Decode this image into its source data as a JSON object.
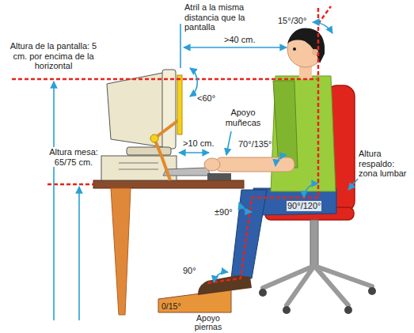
{
  "diagram": {
    "labels": [
      "Atril a la misma distancia que la pantalla",
      "Altura de la pantalla: 5 cm. por encima de la horizontal",
      ">40 cm.",
      "15°/30°",
      "<60°",
      "Apoyo muñecas",
      "70°/135°",
      "Altura mesa: 65/75 cm.",
      ">10 cm.",
      "Altura respaldo: zona lumbar",
      "90°/120°",
      "±90°",
      "90°",
      "0/15°",
      "Apoyo piernas"
    ]
  }
}
